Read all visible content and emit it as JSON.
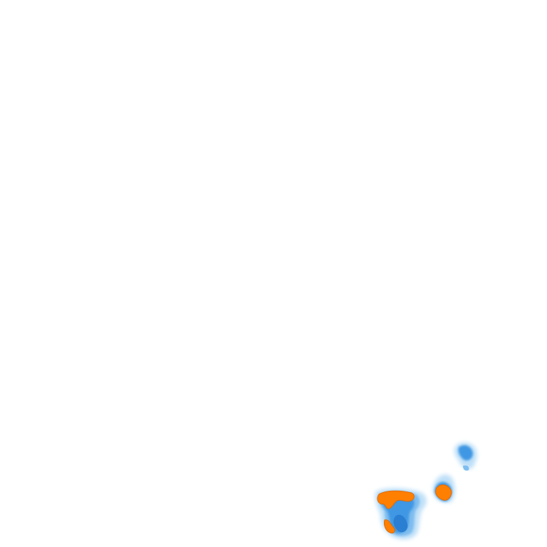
{
  "map": {
    "background": "#ffffff",
    "palette": {
      "light": "#bfe0f8",
      "mid": "#7fbdef",
      "blue": "#3f97e3",
      "deep": "#2a7fd2",
      "heavy": "#ff7f00",
      "heavy_edge": "#e06a00"
    },
    "cells": [
      {
        "name": "cell-large-southwest",
        "intensity": "heavy"
      },
      {
        "name": "cell-mid-east",
        "intensity": "heavy"
      },
      {
        "name": "cell-small-northeast",
        "intensity": "moderate"
      }
    ]
  }
}
